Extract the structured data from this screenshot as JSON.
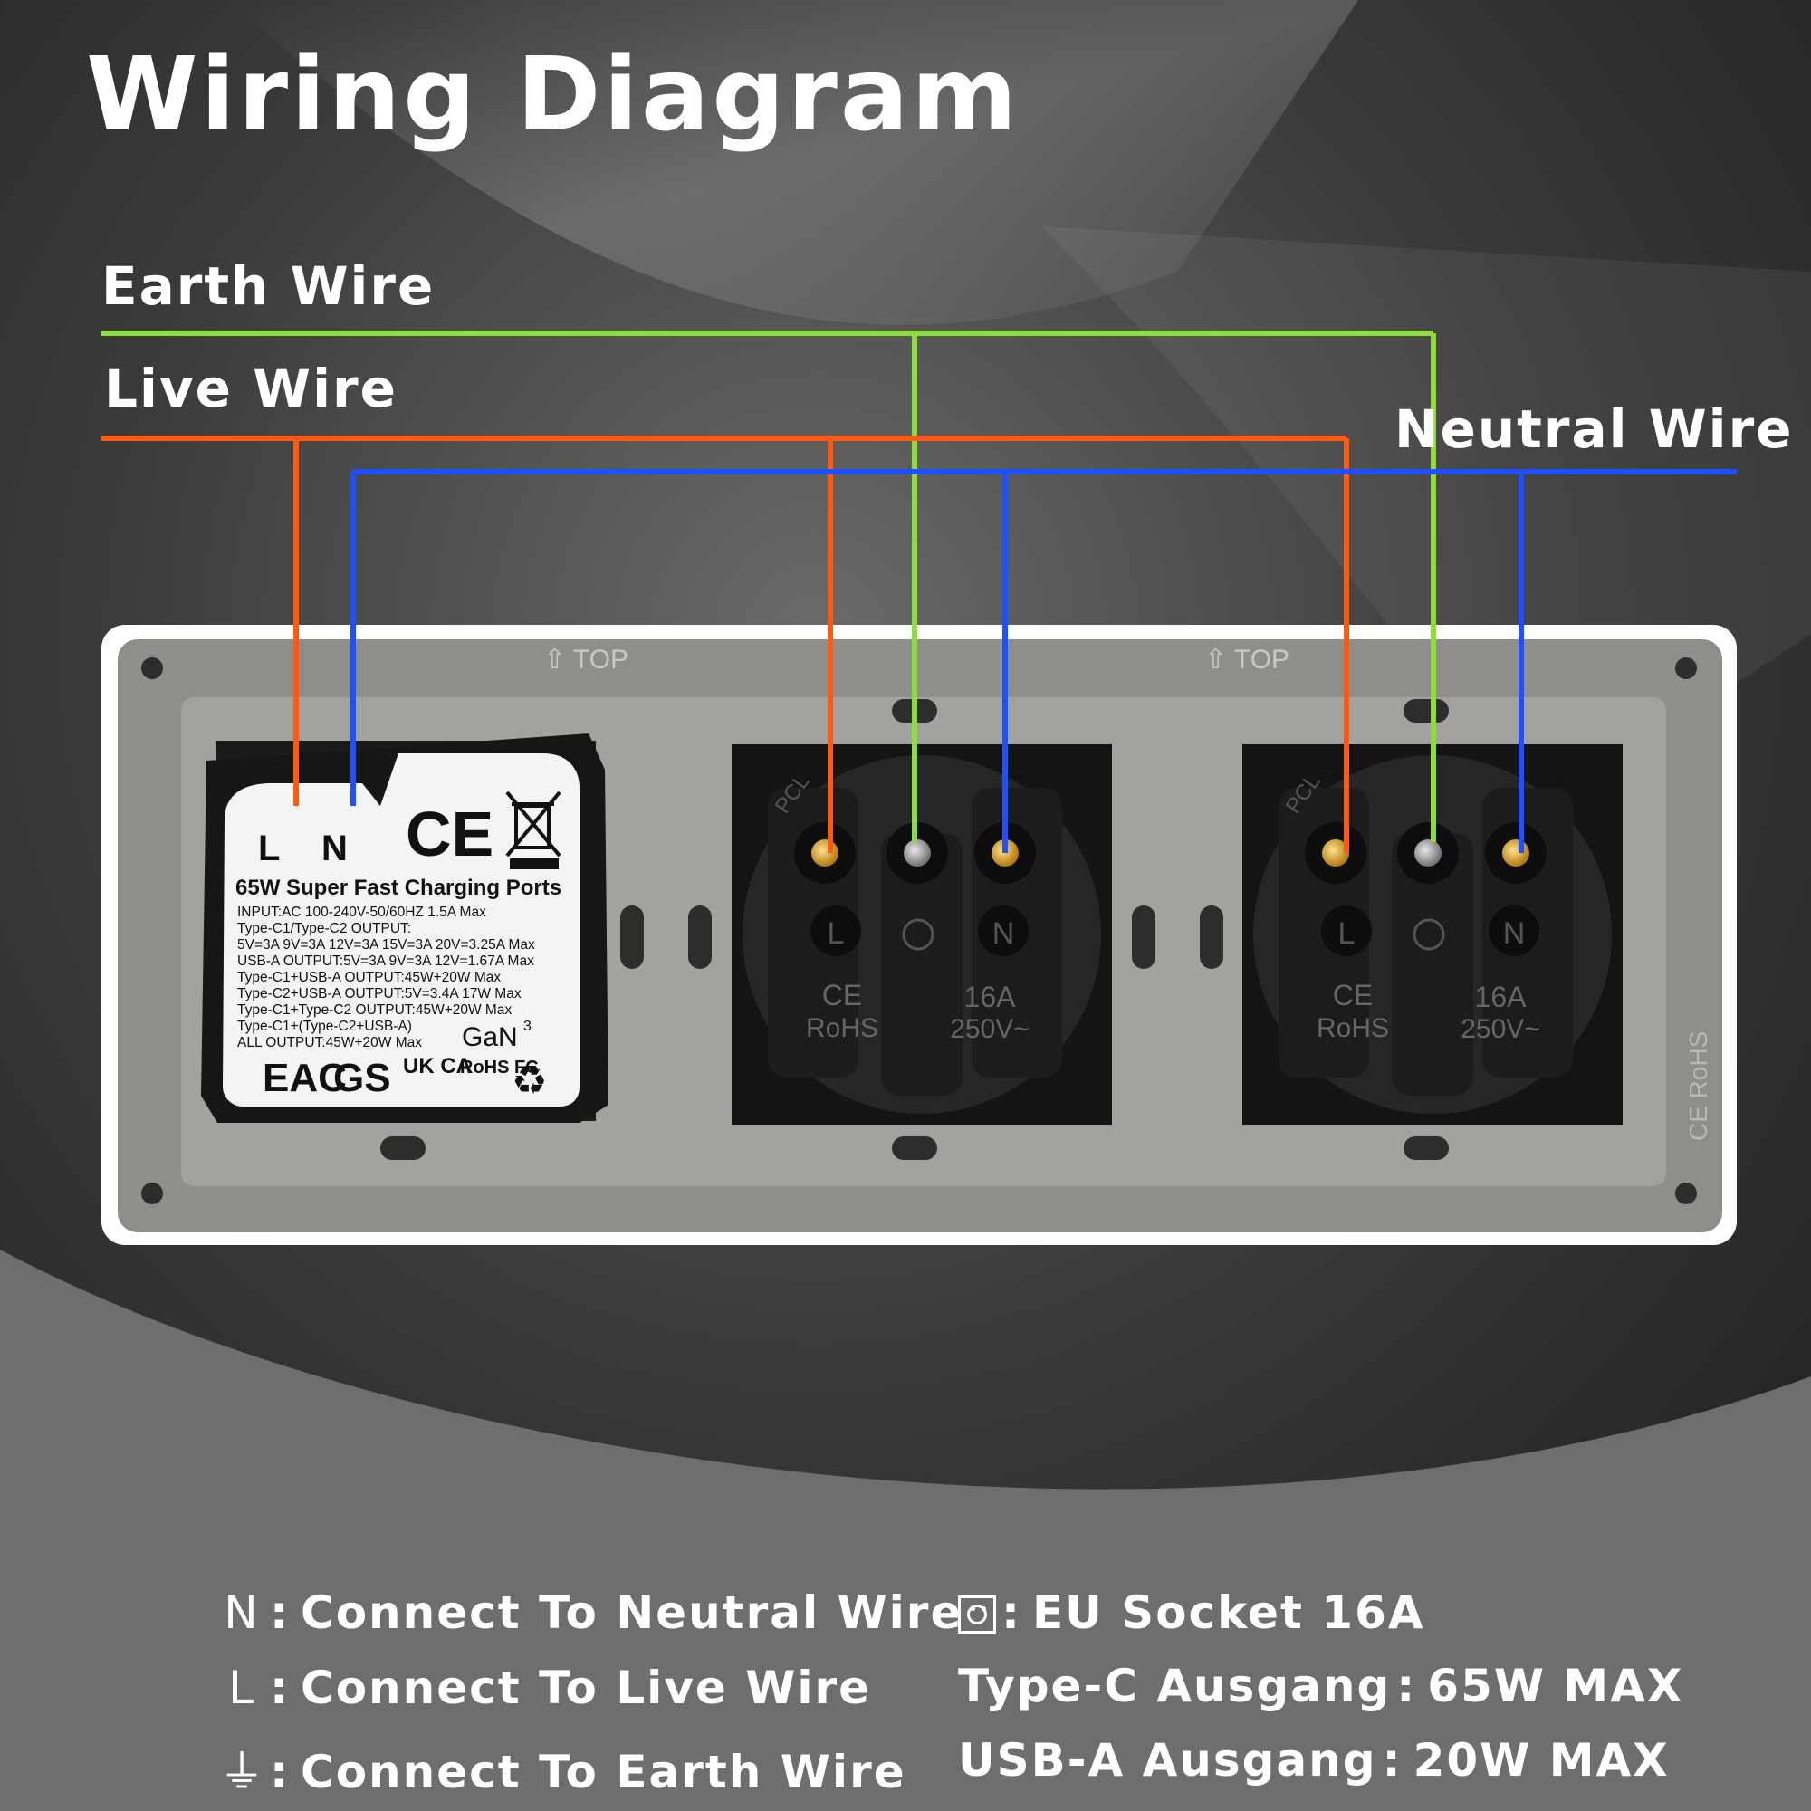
{
  "title": "Wiring Diagram",
  "wires": {
    "earth": {
      "label": "Earth Wire",
      "color": "#8fdc3a"
    },
    "live": {
      "label": "Live Wire",
      "color": "#ff5a14"
    },
    "neutral": {
      "label": "Neutral Wire",
      "color": "#1e50ff"
    }
  },
  "charger_module": {
    "terminal_l": "L",
    "terminal_n": "N",
    "ce_mark": "CE",
    "heading": "65W Super Fast Charging Ports",
    "spec_lines": [
      "INPUT:AC 100-240V-50/60HZ 1.5A Max",
      "Type-C1/Type-C2 OUTPUT:",
      "5V=3A 9V=3A 12V=3A 15V=3A 20V=3.25A Max",
      "USB-A OUTPUT:5V=3A 9V=3A 12V=1.67A Max",
      "Type-C1+USB-A OUTPUT:45W+20W Max",
      "Type-C2+USB-A OUTPUT:5V=3.4A 17W Max",
      "Type-C1+Type-C2 OUTPUT:45W+20W Max",
      "Type-C1+(Type-C2+USB-A)",
      "ALL OUTPUT:45W+20W Max"
    ],
    "gan": "GaN",
    "gan_sup": "3",
    "marks": [
      "EAC",
      "GS",
      "UK CA",
      "RoHS FC",
      "♻"
    ]
  },
  "plate": {
    "top_label": "TOP",
    "side_marks": "CE RoHS"
  },
  "sockets": [
    {
      "terminal_l": "L",
      "terminal_n": "N",
      "ce": "CE",
      "rohs": "RoHS",
      "rating_a": "16A",
      "rating_v": "250V~",
      "brand": "PCL"
    },
    {
      "terminal_l": "L",
      "terminal_n": "N",
      "ce": "CE",
      "rohs": "RoHS",
      "rating_a": "16A",
      "rating_v": "250V~",
      "brand": "PCL"
    }
  ],
  "legend": {
    "n": {
      "symbol": "N",
      "text": "Connect To Neutral Wire"
    },
    "l": {
      "symbol": "L",
      "text": "Connect To Live Wire"
    },
    "e": {
      "symbol": "⏚",
      "text": "Connect To Earth Wire"
    },
    "socket": {
      "text": "EU Socket 16A"
    },
    "typec": {
      "label": "Type-C Ausgang",
      "value": "65W MAX"
    },
    "usba": {
      "label": "USB-A Ausgang",
      "value": "20W MAX"
    },
    "colon": ":"
  }
}
